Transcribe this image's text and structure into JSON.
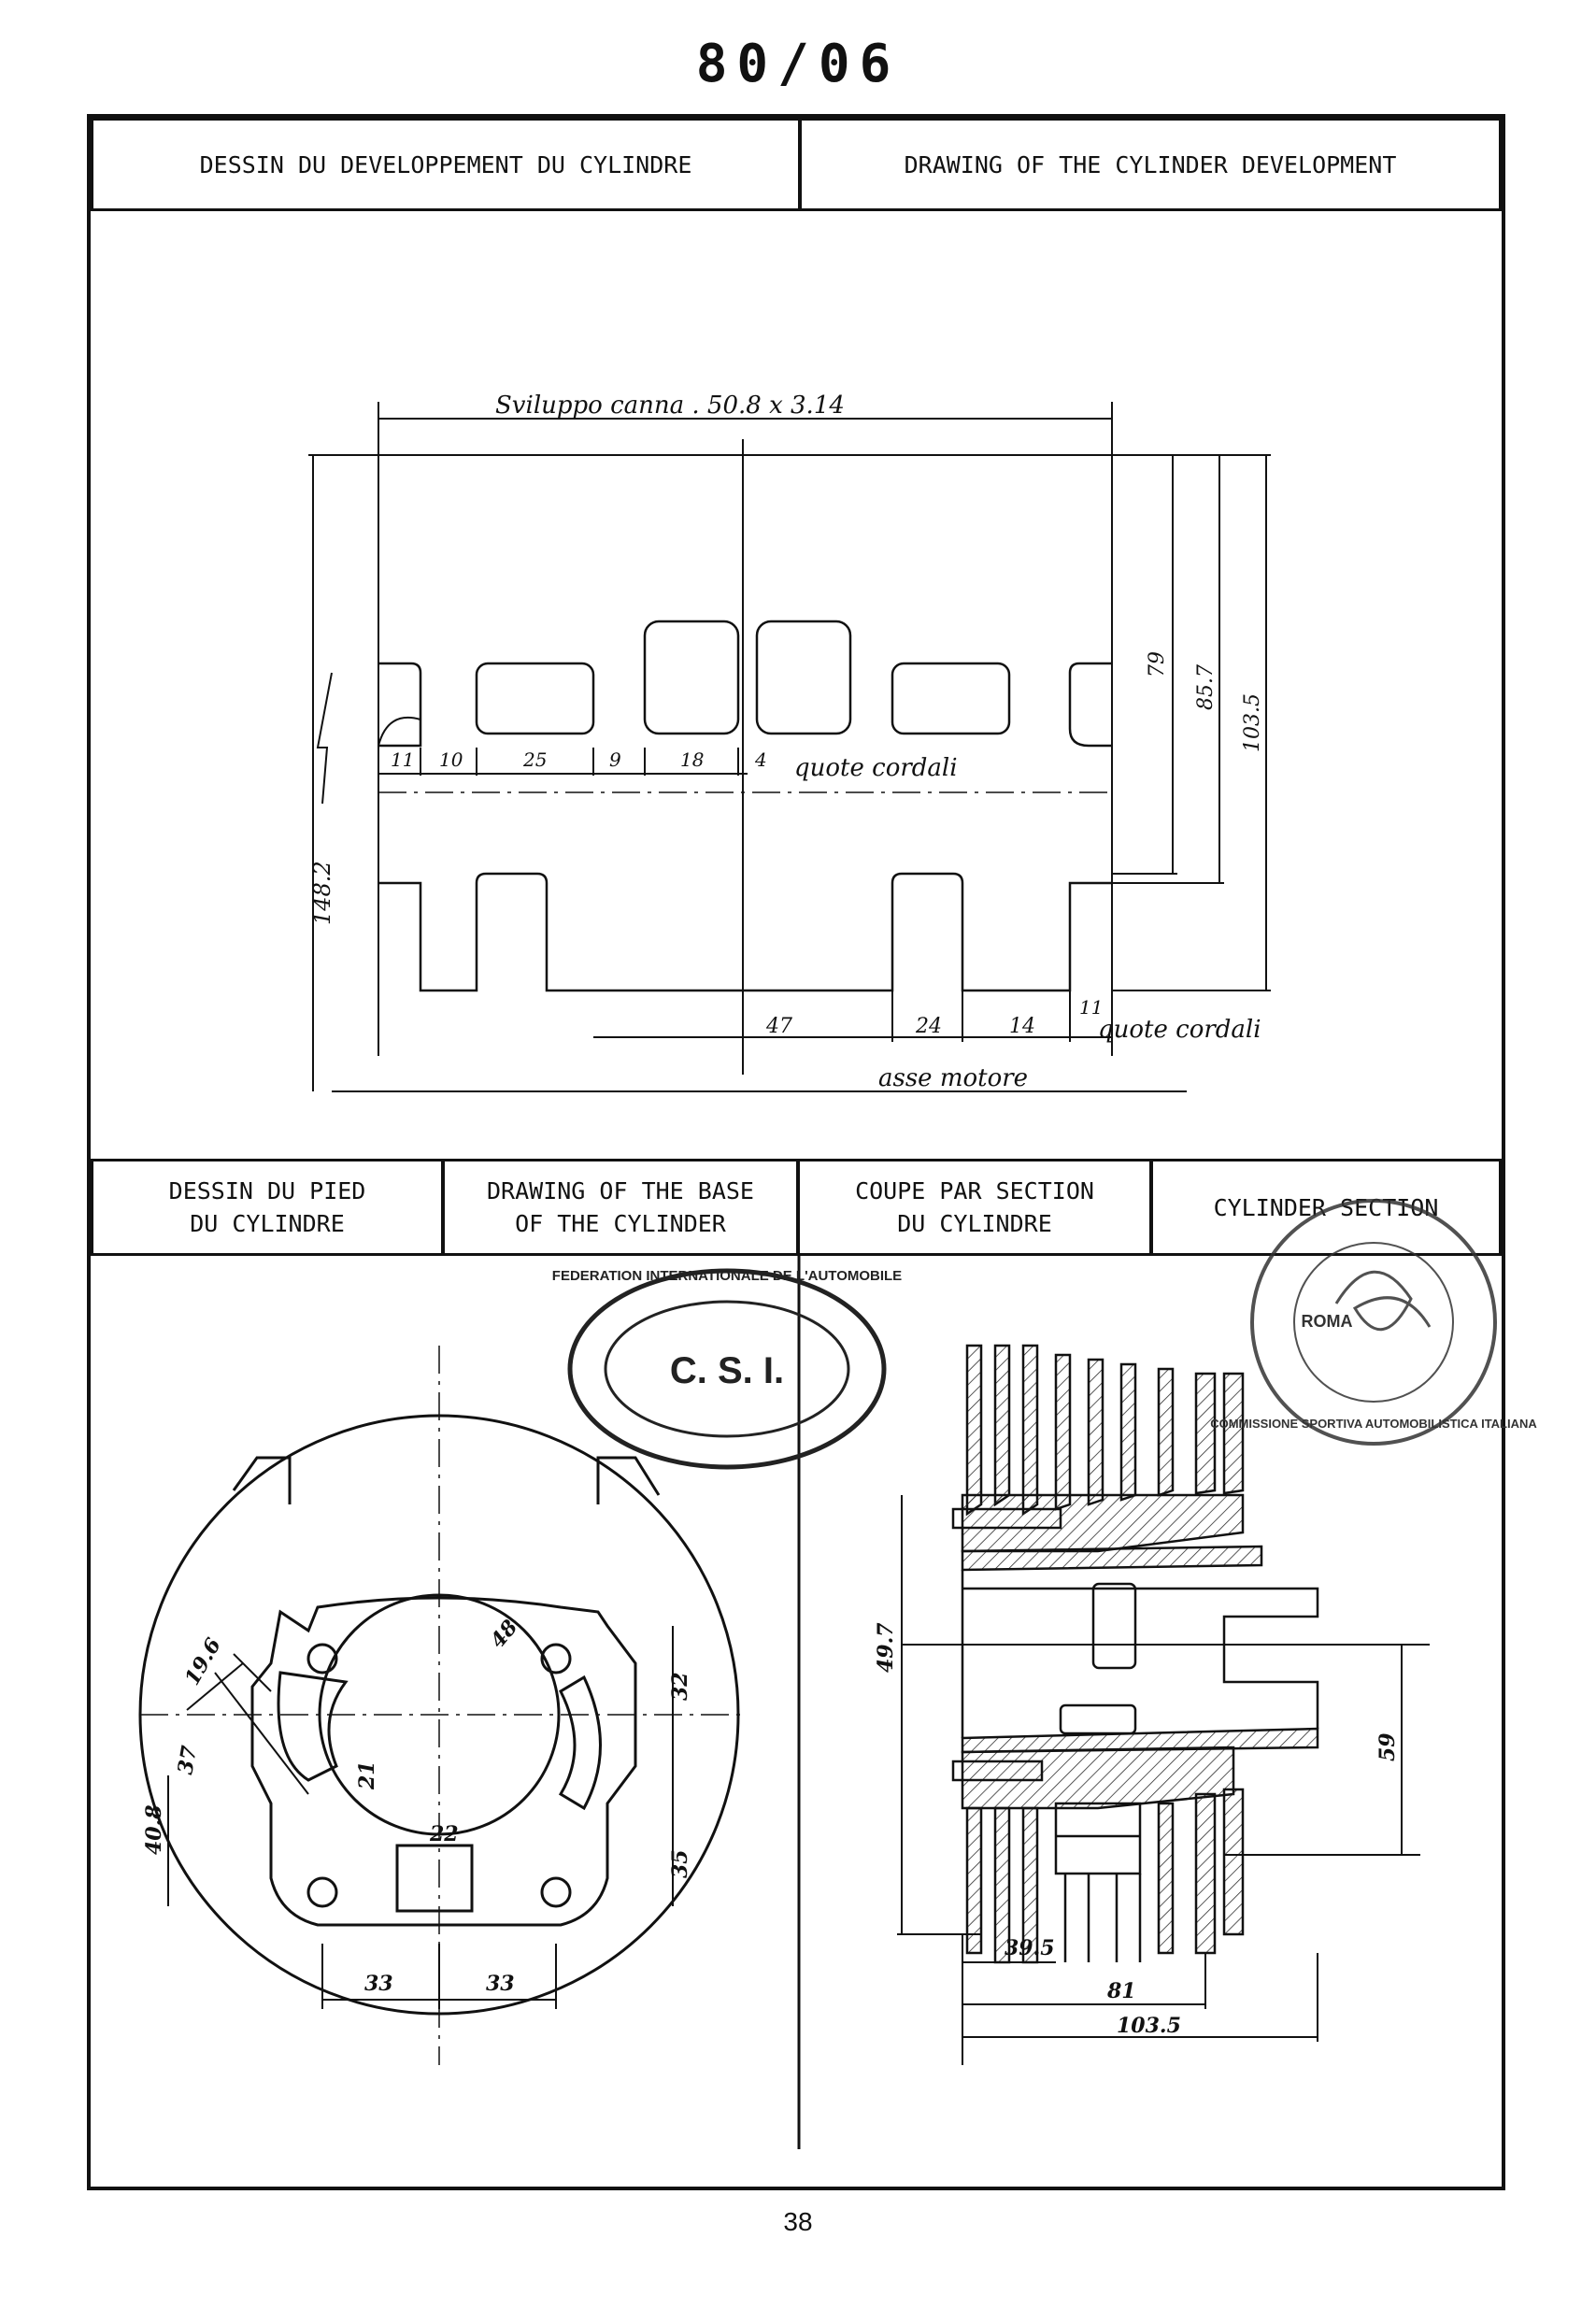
{
  "sheet_number": "80/06",
  "page_number": "38",
  "top_headers": {
    "left": "DESSIN DU DEVELOPPEMENT DU CYLINDRE",
    "right": "DRAWING OF THE CYLINDER DEVELOPMENT"
  },
  "bottom_headers": {
    "h1": "DESSIN DU PIED\nDU CYLINDRE",
    "h2": "DRAWING OF THE BASE\nOF THE CYLINDER",
    "h3": "COUPE PAR SECTION\nDU CYLINDRE",
    "h4": "CYLINDER SECTION"
  },
  "development_drawing": {
    "title_annotation": "Sviluppo canna . 50.8 x 3.14",
    "upper_dims": [
      "11",
      "10",
      "25",
      "9",
      "18",
      "4"
    ],
    "upper_note": "quote cordali",
    "lower_dims": [
      "47",
      "24",
      "14",
      "11"
    ],
    "lower_note": "quote cordali",
    "axis_label": "asse motore",
    "right_dims": [
      "79",
      "85.7",
      "103.5"
    ],
    "left_dim": "148.2"
  },
  "base_drawing": {
    "dims": [
      "19.6",
      "48",
      "32",
      "22",
      "35",
      "33",
      "33",
      "40.8",
      "21",
      "37"
    ]
  },
  "section_drawing": {
    "dims": [
      "49.7",
      "59",
      "39.5",
      "81",
      "103.5"
    ]
  },
  "stamps": {
    "fia_ring": "FEDERATION INTERNATIONALE DE L'AUTOMOBILE",
    "fia_center": "C. S. I.",
    "csai_ring": "COMMISSIONE SPORTIVA AUTOMOBILISTICA ITALIANA",
    "csai_center": "ROMA"
  }
}
